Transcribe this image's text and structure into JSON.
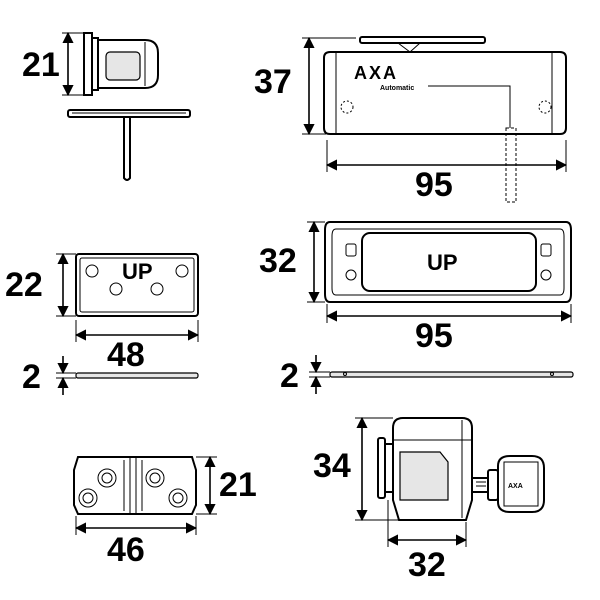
{
  "dimensions": {
    "latch_side_height": "21",
    "housing_height": "37",
    "housing_width": "95",
    "plate_height": "22",
    "plate_width": "48",
    "plate_thickness": "2",
    "housing_front_height": "32",
    "housing_front_width": "95",
    "housing_thickness": "2",
    "hinge_height": "21",
    "hinge_width": "46",
    "cylinder_height": "34",
    "cylinder_width": "32"
  },
  "labels": {
    "plate_up": "UP",
    "housing_up": "UP",
    "brand": "AXA",
    "brand_sub": "Automatic",
    "key_brand": "AXA"
  }
}
